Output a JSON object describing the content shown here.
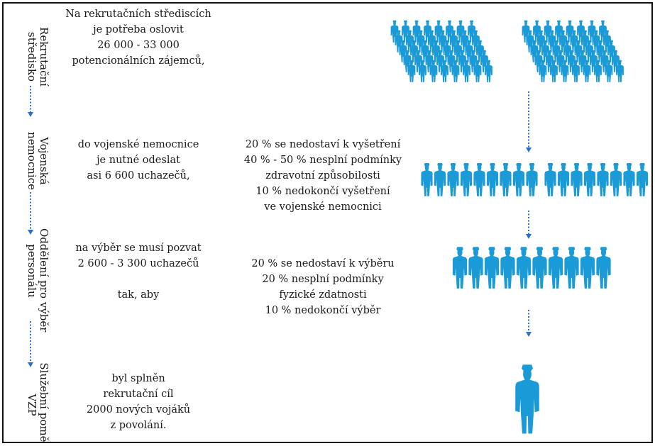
{
  "stages": [
    {
      "line1": "Rekrutační",
      "line2": "středisko"
    },
    {
      "line1": "Vojenská",
      "line2": "nemocnice"
    },
    {
      "line1": "Oddělení pro výběr",
      "line2": "personálu"
    },
    {
      "line1": "Služební poměr",
      "line2": "VZP"
    }
  ],
  "left_text": {
    "recruit": [
      "Na rekrutačních střediscích",
      "je potřeba oslovit",
      "26 000 - 33 000",
      "potencionálních zájemců,"
    ],
    "hospital": [
      "do vojenské nemocnice",
      "je nutné odeslat",
      "asi 6 600 uchazečů,"
    ],
    "selection": [
      "na výběr se musí pozvat",
      "2 600 - 3 300 uchazečů",
      "tak, aby"
    ],
    "service": [
      "byl splněn",
      "rekrutační cíl",
      "2000 nových vojáků",
      "z povolání."
    ]
  },
  "mid_text": {
    "hospital": [
      "20 % se nedostaví k vyšetření",
      "40 % - 50 % nesplní podmínky",
      "zdravotní způsobilosti",
      "10 % nedokončí vyšetření",
      "ve vojenské nemocnici"
    ],
    "selection": [
      "20 % se nedostaví k výběru",
      "20 % nesplní podmínky",
      "fyzické zdatnosti",
      "10 % nedokončí výběr"
    ]
  },
  "colors": {
    "figure": "#1a9bd7",
    "arrow": "#2a6fc9",
    "text": "#1a1a1a",
    "border": "#111111"
  },
  "icons": {
    "figure": "person-silhouette-icon",
    "arrow": "dotted-arrow-down-icon"
  }
}
